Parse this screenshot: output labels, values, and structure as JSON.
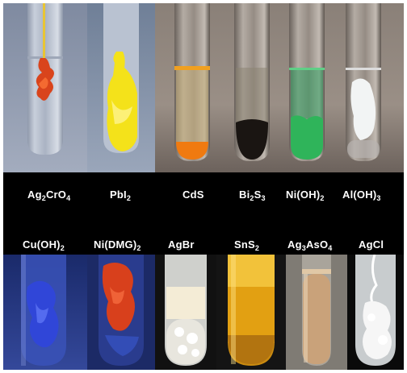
{
  "top_row": [
    {
      "formula": "Ag",
      "sub1": "2",
      "mid": "CrO",
      "sub2": "4",
      "tail": "",
      "color": "#d9441c"
    },
    {
      "formula": "PbI",
      "sub1": "2",
      "mid": "",
      "sub2": "",
      "tail": "",
      "color": "#f4e21a"
    },
    {
      "formula": "CdS",
      "sub1": "",
      "mid": "",
      "sub2": "",
      "tail": "",
      "color": "#f07a10"
    },
    {
      "formula": "Bi",
      "sub1": "2",
      "mid": "S",
      "sub2": "3",
      "tail": "",
      "color": "#1a1512"
    },
    {
      "formula": "Ni(OH)",
      "sub1": "2",
      "mid": "",
      "sub2": "",
      "tail": "",
      "color": "#2fb45a"
    },
    {
      "formula": "Al(OH)",
      "sub1": "3",
      "mid": "",
      "sub2": "",
      "tail": "",
      "color": "#f2f4f4"
    }
  ],
  "bottom_row": [
    {
      "formula": "Cu(OH)",
      "sub1": "2",
      "mid": "",
      "sub2": "",
      "tail": "",
      "color": "#3046d8"
    },
    {
      "formula": "Ni(DMG)",
      "sub1": "2",
      "mid": "",
      "sub2": "",
      "tail": "",
      "color": "#d8401c"
    },
    {
      "formula": "AgBr",
      "sub1": "",
      "mid": "",
      "sub2": "",
      "tail": "",
      "color": "#f4ecd6"
    },
    {
      "formula": "SnS",
      "sub1": "2",
      "mid": "",
      "sub2": "",
      "tail": "",
      "color": "#e2a012"
    },
    {
      "formula": "Ag",
      "sub1": "3",
      "mid": "AsO",
      "sub2": "4",
      "tail": "",
      "color": "#c9a27a"
    },
    {
      "formula": "AgCl",
      "sub1": "",
      "mid": "",
      "sub2": "",
      "tail": "",
      "color": "#f6f6f6"
    }
  ]
}
